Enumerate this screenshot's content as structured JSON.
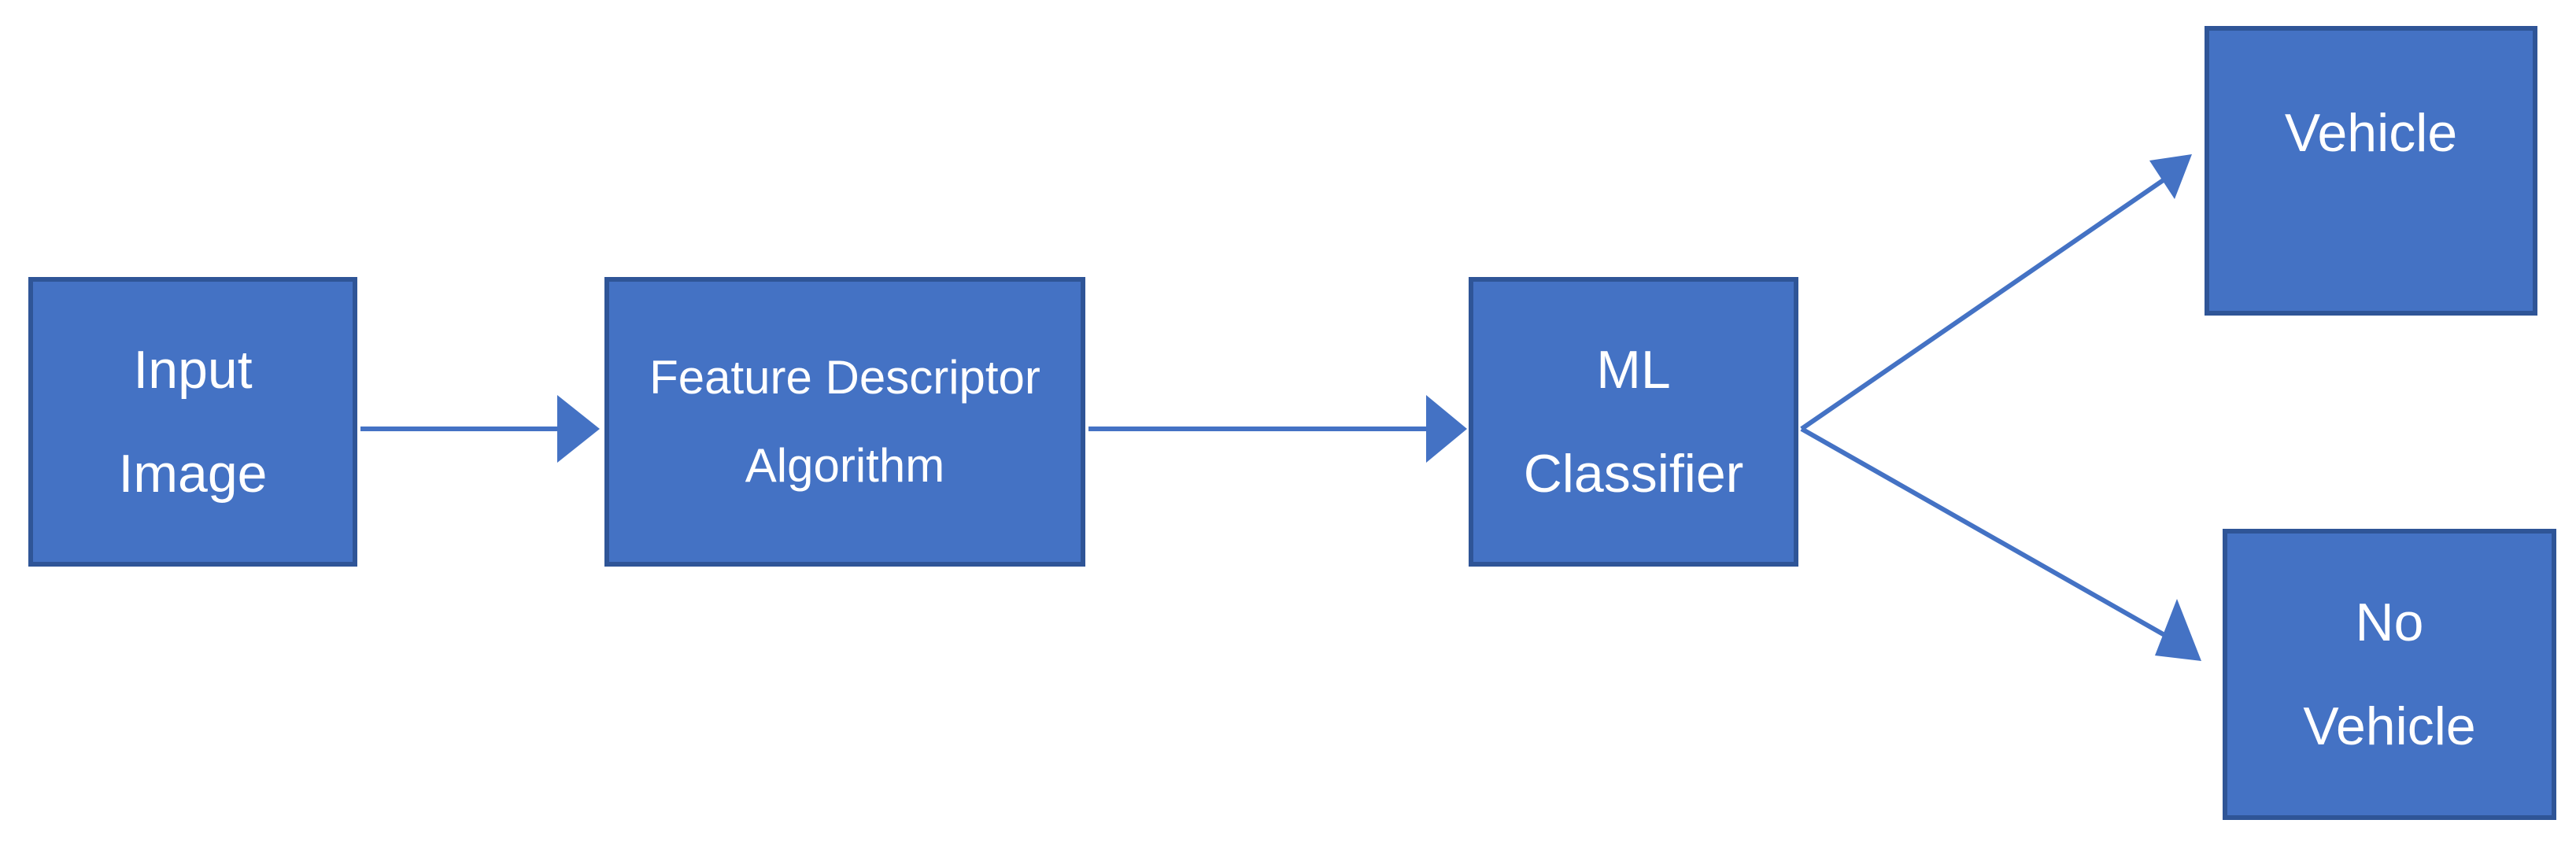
{
  "diagram": {
    "colors": {
      "box_fill": "#4472c4",
      "box_border": "#2f5597",
      "text": "#ffffff",
      "connector": "#4472c4"
    },
    "nodes": {
      "input_image": {
        "lines": [
          "Input",
          "Image"
        ]
      },
      "feature_descriptor": {
        "lines": [
          "Feature Descriptor",
          "Algorithm"
        ]
      },
      "ml_classifier": {
        "lines": [
          "ML",
          "Classifier"
        ]
      },
      "vehicle": {
        "lines": [
          "Vehicle"
        ]
      },
      "no_vehicle": {
        "lines": [
          "No",
          "Vehicle"
        ]
      }
    },
    "edges": [
      {
        "from": "input_image",
        "to": "feature_descriptor"
      },
      {
        "from": "feature_descriptor",
        "to": "ml_classifier"
      },
      {
        "from": "ml_classifier",
        "to": "vehicle"
      },
      {
        "from": "ml_classifier",
        "to": "no_vehicle"
      }
    ]
  }
}
